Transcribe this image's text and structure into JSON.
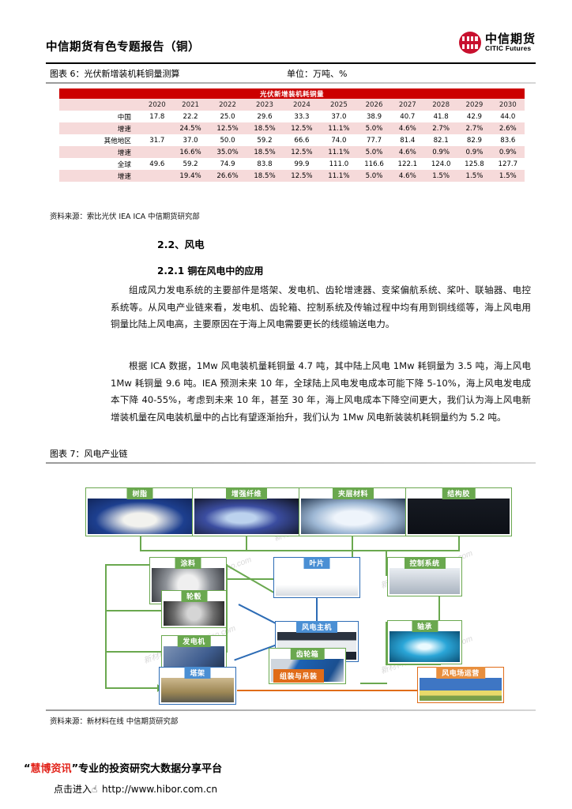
{
  "header": {
    "title": "中信期货有色专题报告（铜）",
    "logo_cn": "中信期货",
    "logo_en": "CITIC Futures"
  },
  "exhibit6": {
    "caption": "图表 6：光伏新增装机耗铜量测算",
    "unit": "单位：万吨、%",
    "source": "资料来源：索比光伏 IEA ICA 中信期货研究部",
    "table": {
      "title": "光伏新增装机耗铜量",
      "columns": [
        "",
        "2020",
        "2021",
        "2022",
        "2023",
        "2024",
        "2025",
        "2026",
        "2027",
        "2028",
        "2029",
        "2030"
      ],
      "rows": [
        {
          "label": "中国",
          "values": [
            "17.8",
            "22.2",
            "25.0",
            "29.6",
            "33.3",
            "37.0",
            "38.9",
            "40.7",
            "41.8",
            "42.9",
            "44.0"
          ]
        },
        {
          "label": "增速",
          "values": [
            "",
            "24.5%",
            "12.5%",
            "18.5%",
            "12.5%",
            "11.1%",
            "5.0%",
            "4.6%",
            "2.7%",
            "2.7%",
            "2.6%"
          ]
        },
        {
          "label": "其他地区",
          "values": [
            "31.7",
            "37.0",
            "50.0",
            "59.2",
            "66.6",
            "74.0",
            "77.7",
            "81.4",
            "82.1",
            "82.9",
            "83.6"
          ]
        },
        {
          "label": "增速",
          "values": [
            "",
            "16.6%",
            "35.0%",
            "18.5%",
            "12.5%",
            "11.1%",
            "5.0%",
            "4.6%",
            "0.9%",
            "0.9%",
            "0.9%"
          ]
        },
        {
          "label": "全球",
          "values": [
            "49.6",
            "59.2",
            "74.9",
            "83.8",
            "99.9",
            "111.0",
            "116.6",
            "122.1",
            "124.0",
            "125.8",
            "127.7"
          ]
        },
        {
          "label": "增速",
          "values": [
            "",
            "19.4%",
            "26.6%",
            "18.5%",
            "12.5%",
            "11.1%",
            "5.0%",
            "4.6%",
            "1.5%",
            "1.5%",
            "1.5%"
          ]
        }
      ]
    }
  },
  "sections": {
    "h2": "2.2、风电",
    "h3": "2.2.1 铜在风电中的应用",
    "para1": "组成风力发电系统的主要部件是塔架、发电机、齿轮增速器、变桨偏航系统、桨叶、联轴器、电控系统等。从风电产业链来看，发电机、齿轮箱、控制系统及传输过程中均有用到铜线缆等，海上风电用铜量比陆上风电高，主要原因在于海上风电需要更长的线缆输送电力。",
    "para2": "根据 ICA 数据，1Mw 风电装机量耗铜量 4.7 吨，其中陆上风电 1Mw 耗铜量为 3.5 吨，海上风电 1Mw 耗铜量 9.6 吨。IEA 预测未来 10 年，全球陆上风电发电成本可能下降 5-10%，海上风电发电成本下降 40-55%，考虑到未来 10 年，甚至 30 年，海上风电成本下降空间更大，我们认为海上风电新增装机量在风电装机量中的占比有望逐渐抬升，我们认为 1Mw 风电新装装机耗铜量约为 5.2 吨。"
  },
  "exhibit7": {
    "caption": "图表 7：风电产业链",
    "source": "资料来源：新材料在线 中信期货研究部",
    "nodes": {
      "resin": "树脂",
      "fiber": "增强纤维",
      "core": "夹层材料",
      "adhesive": "结构胶",
      "coating": "涂料",
      "blade": "叶片",
      "hub": "轮毂",
      "generator": "发电机",
      "main_unit": "风电主机",
      "control": "控制系统",
      "bearing": "轴承",
      "gearbox": "齿轮箱",
      "tower": "塔架",
      "assembly": "组装与吊装",
      "farm": "风电场运营"
    },
    "watermark": "新材料在线© xincailiao.com"
  },
  "footer": {
    "brand": "慧博资讯",
    "tagline_prefix": "“",
    "tagline": "”专业的投资研究大数据分享平台",
    "enter_label": "点击进入",
    "url": "http://www.hibor.com.cn"
  }
}
